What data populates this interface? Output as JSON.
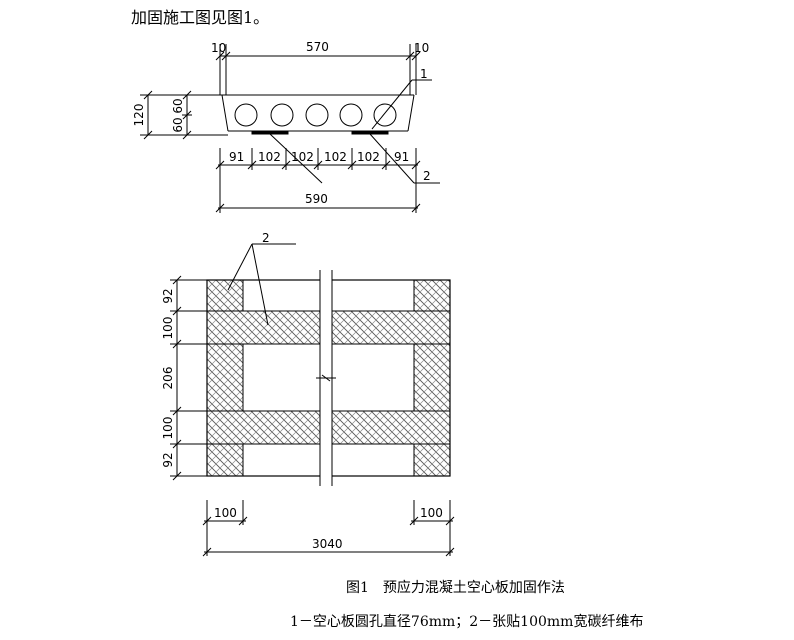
{
  "intro_text": "加固施工图见图1。",
  "caption": "图1　预应力混凝土空心板加固作法",
  "note": "1－空心板圆孔直径76mm；2－张贴100mm宽碳纤维布",
  "section": {
    "top_dims": [
      "10",
      "570",
      "10"
    ],
    "height_dims": [
      "120",
      "60",
      "60"
    ],
    "spacing_dims": [
      "91",
      "102",
      "102",
      "102",
      "102",
      "91"
    ],
    "total_width": "590",
    "callout_1": "1",
    "callout_2": "2"
  },
  "plan": {
    "callout_2": "2",
    "left_dims": [
      "92",
      "100",
      "206",
      "100",
      "92"
    ],
    "bottom_dims": [
      "100",
      "100"
    ],
    "total_width": "3040"
  }
}
